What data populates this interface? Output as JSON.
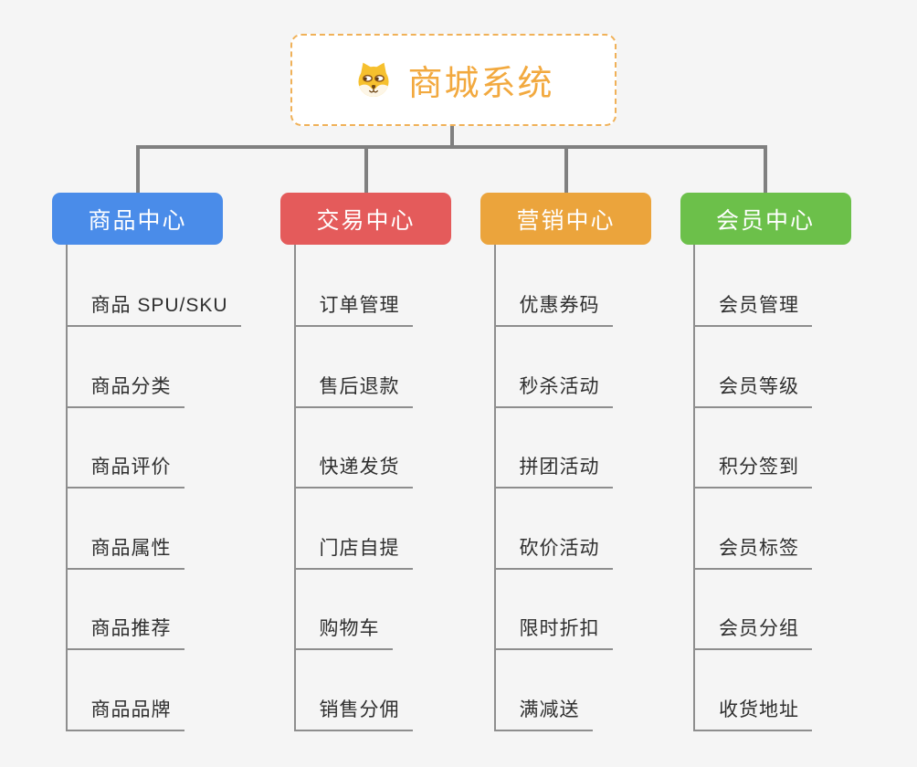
{
  "root": {
    "title": "商城系统",
    "icon": "dog-icon"
  },
  "columns": [
    {
      "id": "product-center",
      "label": "商品中心",
      "color": "#4a8ce9",
      "items": [
        "商品 SPU/SKU",
        "商品分类",
        "商品评价",
        "商品属性",
        "商品推荐",
        "商品品牌"
      ]
    },
    {
      "id": "trade-center",
      "label": "交易中心",
      "color": "#e45b5b",
      "items": [
        "订单管理",
        "售后退款",
        "快递发货",
        "门店自提",
        "购物车",
        "销售分佣"
      ]
    },
    {
      "id": "marketing-center",
      "label": "营销中心",
      "color": "#eba43c",
      "items": [
        "优惠券码",
        "秒杀活动",
        "拼团活动",
        "砍价活动",
        "限时折扣",
        "满减送"
      ]
    },
    {
      "id": "member-center",
      "label": "会员中心",
      "color": "#6cc04a",
      "items": [
        "会员管理",
        "会员等级",
        "积分签到",
        "会员标签",
        "会员分组",
        "收货地址"
      ]
    }
  ],
  "colors": {
    "background": "#f5f5f5",
    "connector": "#808080",
    "underline": "#8e8e8e",
    "root_accent": "#f2a93f",
    "root_border": "#f0b158",
    "item_text": "#2f2f2f"
  }
}
